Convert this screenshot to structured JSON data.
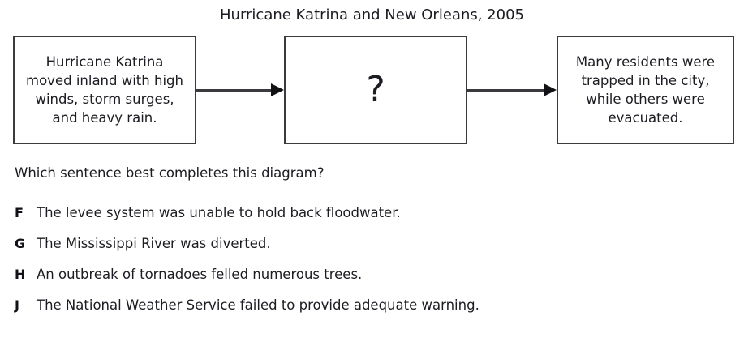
{
  "title": "Hurricane Katrina and New Orleans, 2005",
  "diagram": {
    "boxes": [
      {
        "name": "cause",
        "text": "Hurricane Katrina moved inland with high winds, storm surges, and heavy rain."
      },
      {
        "name": "unknown",
        "text": "?"
      },
      {
        "name": "result",
        "text": "Many residents were trapped in the city, while others were evacuated."
      }
    ],
    "arrows": [
      {
        "name": "arrow-cause-to-unknown"
      },
      {
        "name": "arrow-unknown-to-result"
      }
    ]
  },
  "question": "Which sentence best completes this diagram?",
  "options": [
    {
      "letter": "F",
      "text": "The levee system was unable to hold back floodwater."
    },
    {
      "letter": "G",
      "text": "The Mississippi River was diverted."
    },
    {
      "letter": "H",
      "text": "An outbreak of tornadoes felled numerous trees."
    },
    {
      "letter": "J",
      "text": "The National Weather Service failed to provide adequate warning."
    }
  ],
  "colors": {
    "background": "#ffffff",
    "text": "#1c1c22",
    "box_border": "#3a3a3f",
    "arrow": "#121216"
  }
}
